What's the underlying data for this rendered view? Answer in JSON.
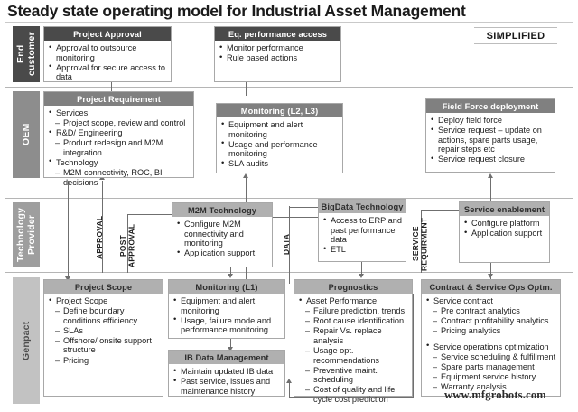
{
  "title": "Steady state operating model for Industrial Asset Management",
  "stamp": "SIMPLIFIED",
  "watermark": "www.mfgrobots.com",
  "lanes": [
    {
      "id": "end-customer",
      "label": "End\ncustomer"
    },
    {
      "id": "oem",
      "label": "OEM"
    },
    {
      "id": "technology-provider",
      "label": "Technology\nProvider"
    },
    {
      "id": "genpact",
      "label": "Genpact"
    }
  ],
  "boxes": {
    "project_approval": {
      "title": "Project Approval",
      "items": [
        {
          "level": 1,
          "text": "Approval to outsource monitoring"
        },
        {
          "level": 1,
          "text": "Approval for secure access to data"
        }
      ]
    },
    "eq_performance_access": {
      "title": "Eq. performance access",
      "items": [
        {
          "level": 1,
          "text": "Monitor performance"
        },
        {
          "level": 1,
          "text": "Rule based actions"
        }
      ]
    },
    "project_requirement": {
      "title": "Project Requirement",
      "items": [
        {
          "level": 1,
          "text": "Services"
        },
        {
          "level": 2,
          "text": "Project scope, review and control"
        },
        {
          "level": 1,
          "text": "R&D/ Engineering"
        },
        {
          "level": 2,
          "text": "Product redesign and M2M integration"
        },
        {
          "level": 1,
          "text": "Technology"
        },
        {
          "level": 2,
          "text": "M2M connectivity, ROC, BI decisions"
        }
      ]
    },
    "monitoring_l2_l3": {
      "title": "Monitoring (L2, L3)",
      "items": [
        {
          "level": 1,
          "text": "Equipment and alert monitoring"
        },
        {
          "level": 1,
          "text": "Usage and performance monitoring"
        },
        {
          "level": 1,
          "text": "SLA audits"
        }
      ]
    },
    "field_force_deployment": {
      "title": "Field Force deployment",
      "items": [
        {
          "level": 1,
          "text": "Deploy field force"
        },
        {
          "level": 1,
          "text": "Service request – update on actions, spare parts usage, repair steps etc"
        },
        {
          "level": 1,
          "text": "Service request closure"
        }
      ]
    },
    "m2m_technology": {
      "title": "M2M Technology",
      "items": [
        {
          "level": 1,
          "text": "Configure M2M connectivity and monitoring"
        },
        {
          "level": 1,
          "text": "Application support"
        }
      ]
    },
    "bigdata_technology": {
      "title": "BigData Technology",
      "items": [
        {
          "level": 1,
          "text": "Access to ERP and past performance data"
        },
        {
          "level": 1,
          "text": "ETL"
        }
      ]
    },
    "service_enablement": {
      "title": "Service enablement",
      "items": [
        {
          "level": 1,
          "text": "Configure platform"
        },
        {
          "level": 1,
          "text": "Application support"
        }
      ]
    },
    "project_scope": {
      "title": "Project Scope",
      "items": [
        {
          "level": 1,
          "text": "Project Scope"
        },
        {
          "level": 2,
          "text": "Define boundary conditions efficiency"
        },
        {
          "level": 2,
          "text": "SLAs"
        },
        {
          "level": 2,
          "text": "Offshore/ onsite support structure"
        },
        {
          "level": 2,
          "text": "Pricing"
        }
      ]
    },
    "monitoring_l1": {
      "title": "Monitoring  (L1)",
      "items": [
        {
          "level": 1,
          "text": "Equipment and alert monitoring"
        },
        {
          "level": 1,
          "text": "Usage, failure mode and performance monitoring"
        }
      ]
    },
    "ib_data_management": {
      "title": "IB Data Management",
      "items": [
        {
          "level": 1,
          "text": "Maintain updated IB data"
        },
        {
          "level": 1,
          "text": "Past service, issues and maintenance history"
        }
      ]
    },
    "prognostics": {
      "title": "Prognostics",
      "items": [
        {
          "level": 1,
          "text": "Asset Performance"
        },
        {
          "level": 2,
          "text": "Failure prediction, trends"
        },
        {
          "level": 2,
          "text": "Root cause identification"
        },
        {
          "level": 2,
          "text": "Repair Vs. replace analysis"
        },
        {
          "level": 2,
          "text": "Usage opt. recommendations"
        },
        {
          "level": 2,
          "text": "Preventive maint. scheduling"
        },
        {
          "level": 2,
          "text": "Cost of quality and life cycle cost prediction"
        }
      ]
    },
    "contract_service_ops": {
      "title": "Contract & Service Ops Optm.",
      "items": [
        {
          "level": 1,
          "text": "Service contract"
        },
        {
          "level": 2,
          "text": "Pre contract analytics"
        },
        {
          "level": 2,
          "text": "Contract profitability analytics"
        },
        {
          "level": 2,
          "text": "Pricing analytics"
        },
        {
          "level": 1,
          "text": "Service operations optimization",
          "gap": true
        },
        {
          "level": 2,
          "text": "Service scheduling & fulfillment"
        },
        {
          "level": 2,
          "text": "Spare parts management"
        },
        {
          "level": 2,
          "text": "Equipment service history"
        },
        {
          "level": 2,
          "text": "Warranty analysis"
        }
      ]
    }
  },
  "connector_labels": [
    {
      "id": "approval",
      "text": "APPROVAL"
    },
    {
      "id": "post-approval",
      "text": "POST\nAPPROVAL"
    },
    {
      "id": "data",
      "text": "DATA"
    },
    {
      "id": "service-requirment",
      "text": "SERVICE\nREQUIRMENT"
    }
  ],
  "colors": {
    "lane_end_customer": "#4a4a4a",
    "lane_oem": "#8d8d8d",
    "lane_technology_provider": "#9e9e9e",
    "lane_genpact": "#c2c2c2",
    "header_dark": "#4a4a4a",
    "header_mid": "#808080",
    "header_light": "#b0b0b0",
    "connector": "#6f6f6f",
    "box_border": "#a8a8a8"
  }
}
